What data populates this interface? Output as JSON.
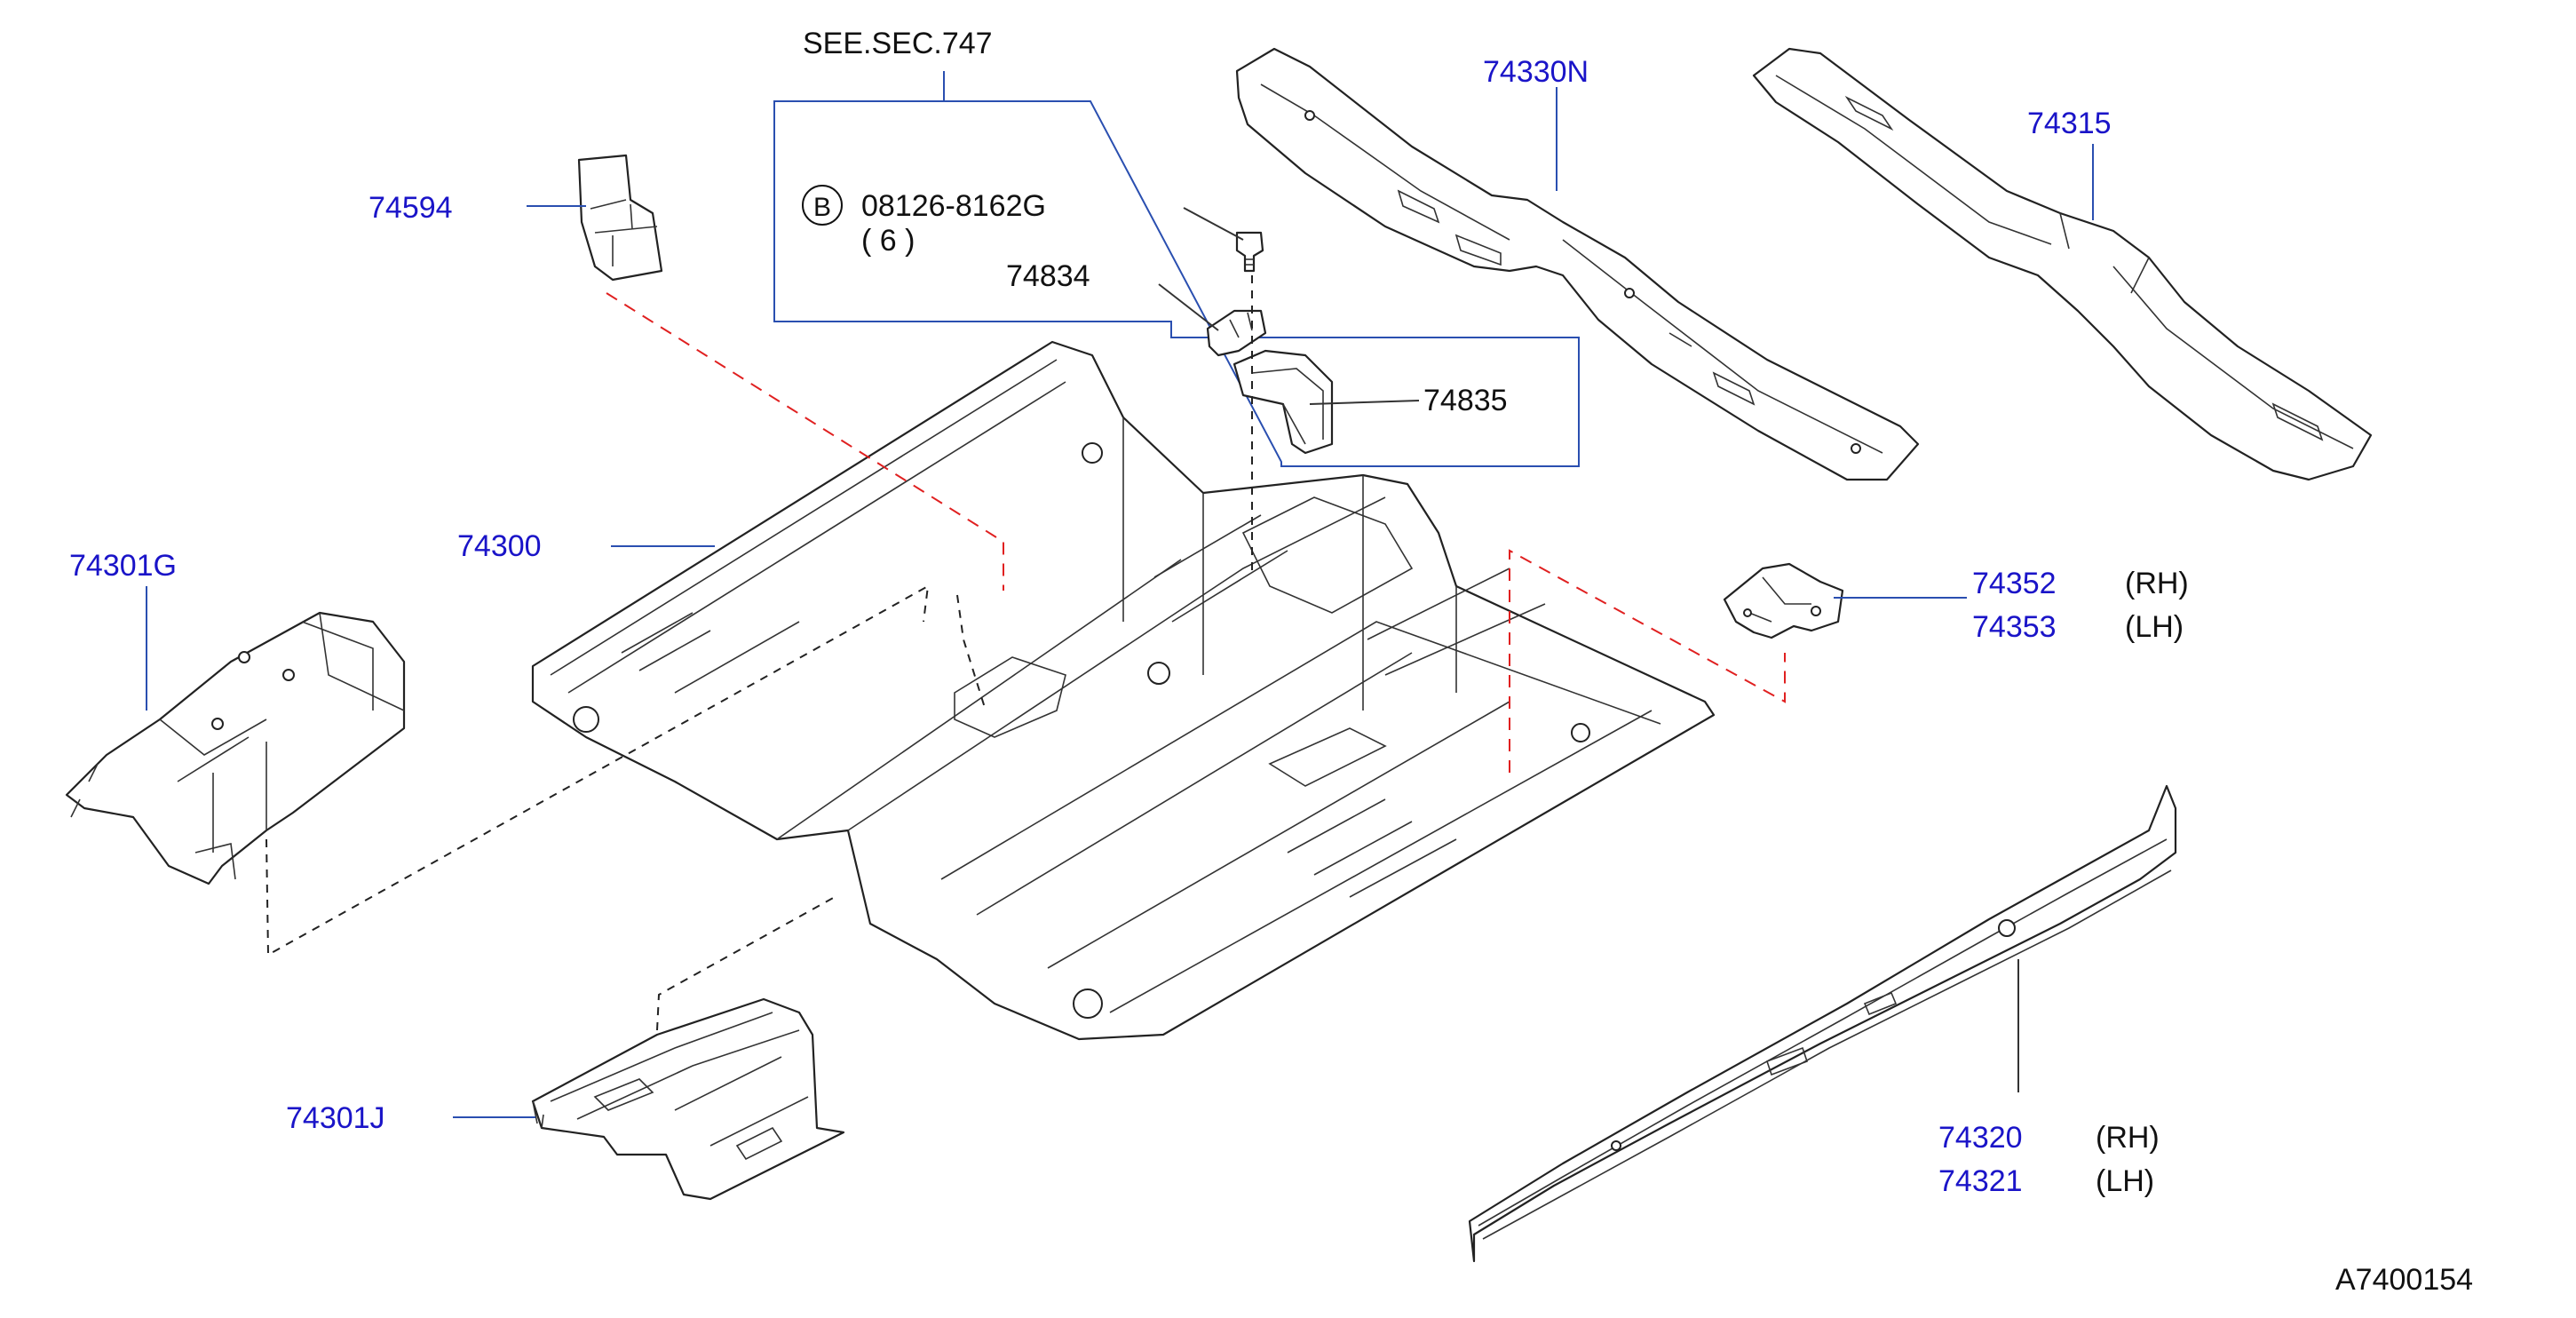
{
  "reference": "SEE.SEC.747",
  "bolt": {
    "badge": "B",
    "part_number": "08126-8162G",
    "quantity": "( 6 )"
  },
  "parts": {
    "p74594": "74594",
    "p74834": "74834",
    "p74835": "74835",
    "p74330N": "74330N",
    "p74315": "74315",
    "p74300": "74300",
    "p74301G": "74301G",
    "p74352": "74352",
    "p74352_side": "(RH)",
    "p74353": "74353",
    "p74353_side": "(LH)",
    "p74301J": "74301J",
    "p74320": "74320",
    "p74320_side": "(RH)",
    "p74321": "74321",
    "p74321_side": "(LH)"
  },
  "diagram_id": "A7400154",
  "colors": {
    "part_number_blue": "#1a14c8",
    "leader_blue": "#2a4fb0",
    "alignment_red": "#e02020",
    "outline": "#222222"
  }
}
